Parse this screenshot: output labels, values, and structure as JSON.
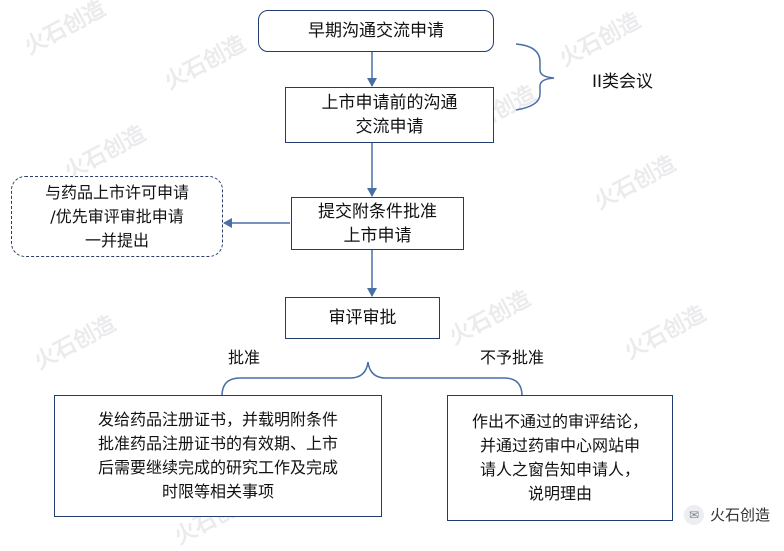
{
  "nodes": {
    "early": "早期沟通交流申请",
    "pre_market_line1": "上市申请前的沟通",
    "pre_market_line2": "交流申请",
    "submit_line1": "提交附条件批准",
    "submit_line2": "上市申请",
    "review": "审评审批",
    "side_line1": "与药品上市许可申请",
    "side_line2": "/优先审评审批申请",
    "side_line3": "一并提出",
    "approve_line1": "发给药品注册证书，并载明附条件",
    "approve_line2": "批准药品注册证书的有效期、上市",
    "approve_line3": "后需要继续完成的研究工作及完成",
    "approve_line4": "时限等相关事项",
    "reject_line1": "作出不通过的审评结论，",
    "reject_line2": "并通过药审中心网站申",
    "reject_line3": "请人之窗告知申请人，",
    "reject_line4": "说明理由"
  },
  "labels": {
    "meeting_type": "II类会议",
    "approved": "批准",
    "rejected": "不予批准"
  },
  "watermark": {
    "brand": "火石创造"
  },
  "colors": {
    "line": "#4a6fa5",
    "border": "#1f3d6e"
  }
}
